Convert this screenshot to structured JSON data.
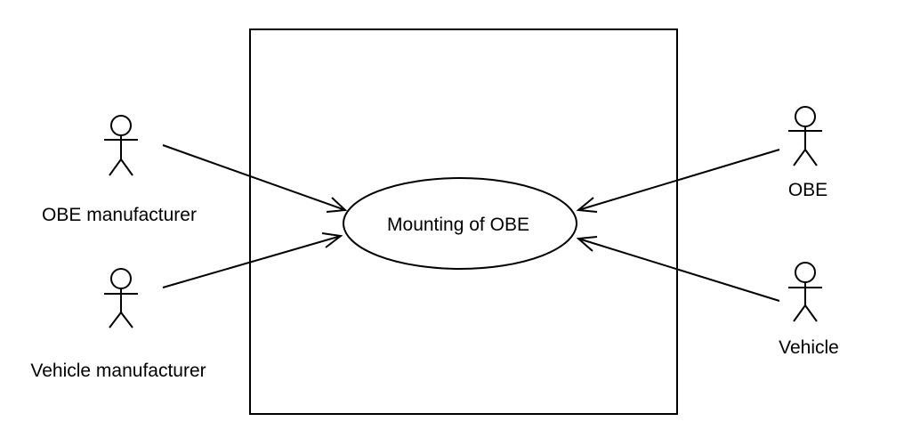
{
  "diagram": {
    "use_case": {
      "label": "Mounting of OBE"
    },
    "actors": [
      {
        "id": "obe-manufacturer",
        "label": "OBE manufacturer"
      },
      {
        "id": "vehicle-manufacturer",
        "label": "Vehicle manufacturer"
      },
      {
        "id": "obe",
        "label": "OBE"
      },
      {
        "id": "vehicle",
        "label": "Vehicle"
      }
    ]
  }
}
